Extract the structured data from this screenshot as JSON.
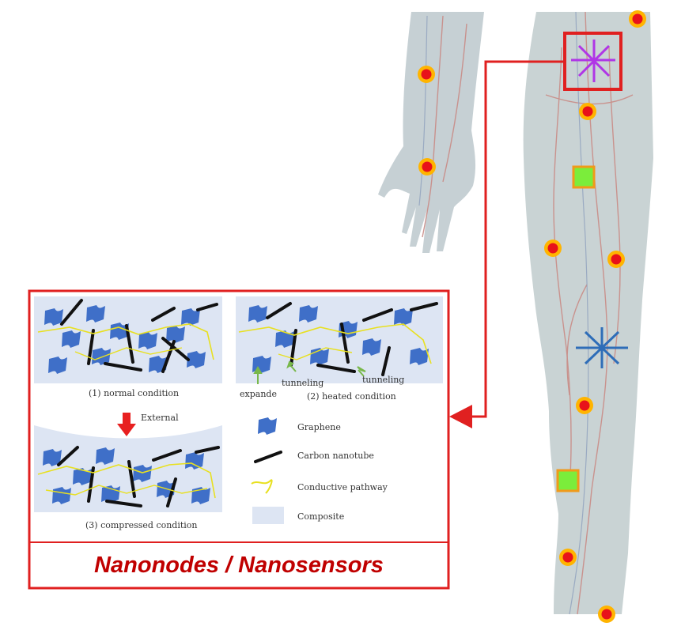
{
  "title": "Nanonodes / Nanosensors",
  "panels": {
    "normal": "(1) normal condition",
    "heated": "(2) heated condition",
    "compressed": "(3) compressed condition"
  },
  "annotations": {
    "external": "External",
    "tunneling_left": "tunneling",
    "tunneling_right": "tunneling",
    "expande": "expande"
  },
  "legend": [
    {
      "icon": "graphene-icon",
      "label": "Graphene"
    },
    {
      "icon": "carbon-nanotube-icon",
      "label": "Carbon nanotube"
    },
    {
      "icon": "conductive-pathway-icon",
      "label": "Conductive pathway"
    },
    {
      "icon": "composite-icon",
      "label": "Composite"
    }
  ],
  "colors": {
    "frame": "#e02020",
    "title": "#c00000",
    "sensor_dot": "#e8121a",
    "sensor_ring": "#ffb400",
    "square_sensor": "#7bed3b",
    "star_purple": "#b035e6",
    "star_blue": "#2e6db8",
    "graphene": "#3f6fc8",
    "composite": "#dde5f3",
    "pathway": "#e8e020"
  }
}
